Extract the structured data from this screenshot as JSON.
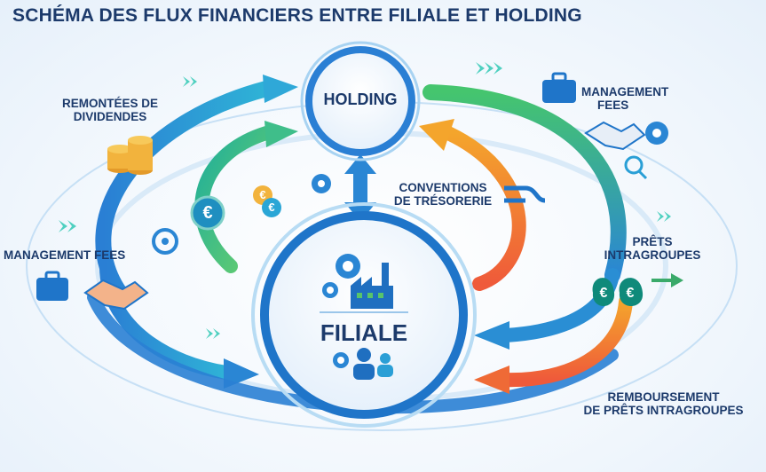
{
  "title": "SCHÉMA DES FLUX FINANCIERS ENTRE FILIALE ET HOLDING",
  "nodes": {
    "holding": "HOLDING",
    "filiale": "FILIALE"
  },
  "flows": {
    "dividendes": [
      "REMONTÉES DE",
      "DIVIDENDES"
    ],
    "management_fees_left": "MANAGEMENT FEES",
    "management_fees_right": [
      "MANAGEMENT",
      "FEES"
    ],
    "conventions": [
      "CONVENTIONS",
      "DE TRÉSORERIE"
    ],
    "prets": [
      "PRÊTS",
      "INTRAGROUPES"
    ],
    "remboursement": [
      "REMBOURSEMENT",
      "DE PRÊTS INTRAGROUPES"
    ]
  },
  "icons": {
    "euro_symbol": "€"
  },
  "colors": {
    "navy": "#1c3a6b",
    "blue": "#2a7fd4",
    "teal": "#23b8a6",
    "green": "#5cc96b",
    "orange": "#f08a2a"
  }
}
